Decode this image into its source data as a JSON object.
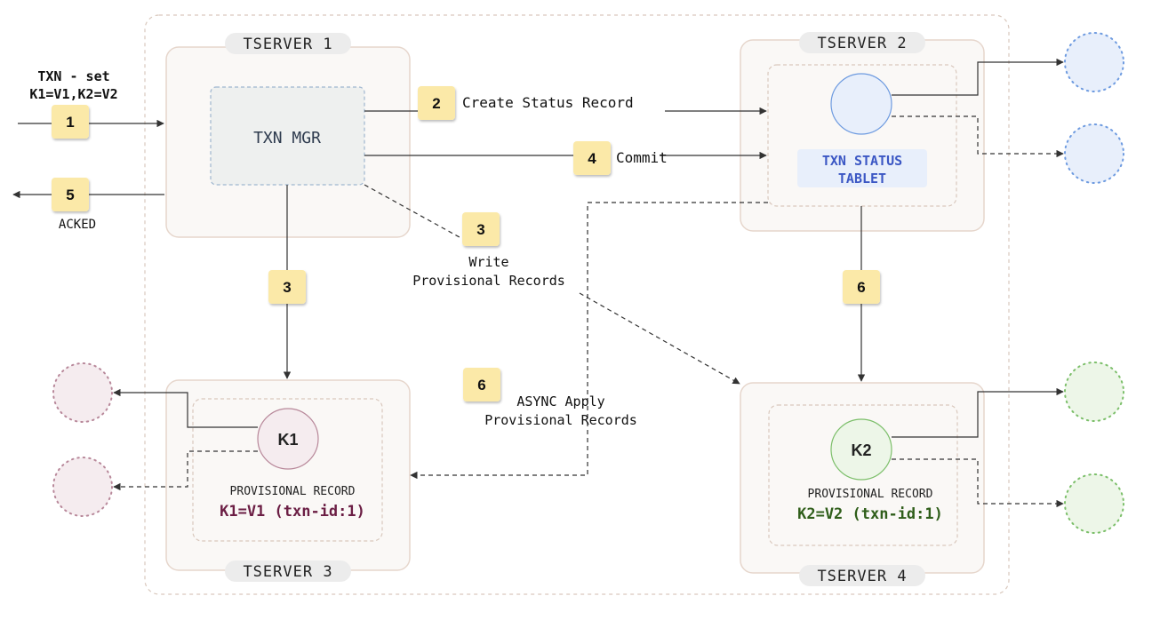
{
  "tservers": {
    "t1": "TSERVER 1",
    "t2": "TSERVER 2",
    "t3": "TSERVER 3",
    "t4": "TSERVER 4"
  },
  "txn_mgr": "TXN MGR",
  "status_tablet": {
    "line1": "TXN STATUS",
    "line2": "TABLET"
  },
  "input": {
    "line1": "TXN - set",
    "line2": "K1=V1,K2=V2"
  },
  "acked": "ACKED",
  "steps": {
    "s1": "1",
    "s2": "2",
    "s3a": "3",
    "s3b": "3",
    "s4": "4",
    "s5": "5",
    "s6a": "6",
    "s6b": "6"
  },
  "labels": {
    "create_status": "Create Status Record",
    "commit": "Commit",
    "write_line1": "Write",
    "write_line2": "Provisional Records",
    "async_line1": "ASYNC Apply",
    "async_line2": "Provisional Records"
  },
  "k1": {
    "node": "K1",
    "caption": "PROVISIONAL RECORD",
    "record": "K1=V1 (txn-id:1)"
  },
  "k2": {
    "node": "K2",
    "caption": "PROVISIONAL RECORD",
    "record": "K2=V2 (txn-id:1)"
  },
  "colors": {
    "box_fill": "#faf8f6",
    "box_stroke": "#e6d6cc",
    "badge_fill": "#fbe9a8",
    "status_text": "#3b57c4",
    "k1_record": "#6b1e44",
    "k2_record": "#2f5e1a",
    "blue_node": "#e8effb",
    "pink_node": "#f5ecef",
    "green_node": "#edf6e8"
  }
}
